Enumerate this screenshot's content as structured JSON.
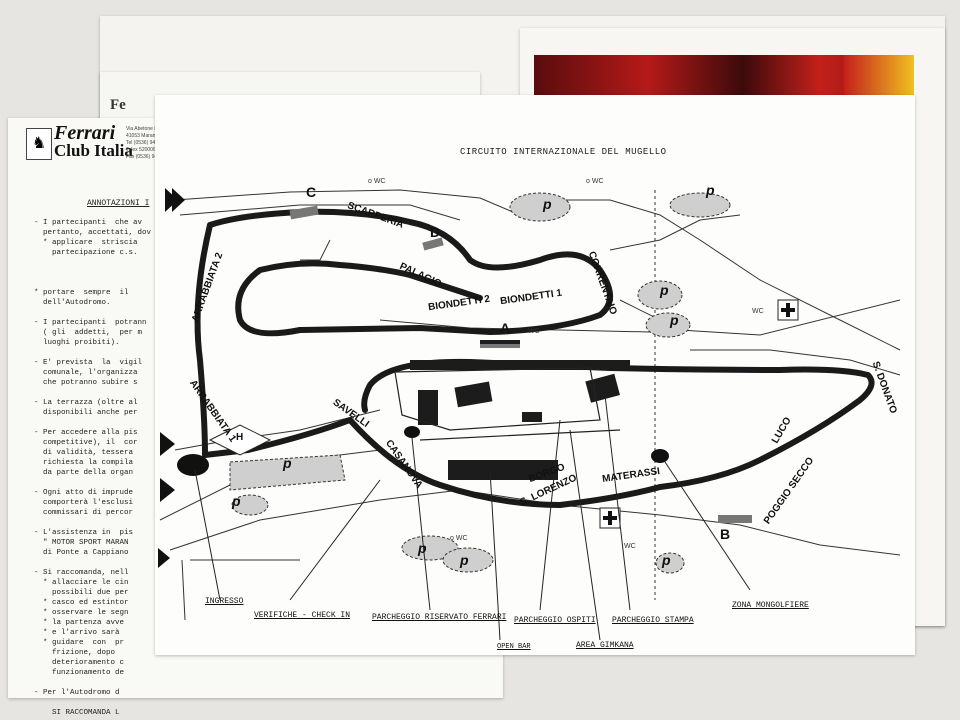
{
  "club": {
    "brand_line1": "Ferrari",
    "brand_line2": "Club Italia",
    "address": [
      "Via Abetone Inf.",
      "41053 Maranello",
      "Tel (0536) 94",
      "Telex 520006",
      "Fax (0536) 94"
    ],
    "second_header": "Fe"
  },
  "notes": {
    "title": "ANNOTAZIONI I",
    "body": "- I partecipanti  che av\n  pertanto, accettati, dov\n  * applicare  striscia\n    partecipazione c.s.\n\n\n\n* portare  sempre  il\n  dell'Autodromo.\n\n- I partecipanti  potrann\n  ( gli  addetti,  per m\n  luoghi proibiti).\n\n- E' prevista  la  vigil\n  comunale, l'organizza\n  che potranno subire s\n\n- La terrazza (oltre al\n  disponibili anche per\n\n- Per accedere alla pis\n  competitive), il  cor\n  di validità, tessera\n  richiesta la compila\n  da parte della organ\n\n- Ogni atto di imprude\n  comporterà l'esclusi\n  commissari di percor\n\n- L'assistenza in  pis\n  \" MOTOR SPORT MARAN\n  di Ponte a Cappiano\n\n- Si raccomanda, nell\n  * allacciare le cin\n    possibili due per\n  * casco ed estintor\n  * osservare le segn\n  * la partenza avve\n  * e l'arrivo sarà\n  * guidare  con  pr\n    frizione, dopo\n    deterioramento c\n    funzionamento de\n\n- Per l'Autodromo d\n\n    SI RACCOMANDA L"
  },
  "map": {
    "title": "CIRCUITO INTERNAZIONALE DEL MUGELLO",
    "corners": {
      "scarperia": "SCARPERIA",
      "correntaio": "CORRENTAIO",
      "palagio": "PALAGIO",
      "biondetti2": "BIONDETTI 2",
      "biondetti1": "BIONDETTI 1",
      "arrabbiata2": "ARRABBIATA 2",
      "arrabbiata1": "ARRABBIATA 1",
      "savelli": "SAVELLI",
      "casanova": "CASANOVA",
      "borgo": "BORGO",
      "slorenzo": "S. LORENZO",
      "materassi": "MATERASSI",
      "luco": "LUCO",
      "poggiosecco": "POGGIO SECCO",
      "sdonato": "S. DONATO"
    },
    "markers": {
      "a": "A",
      "b": "B",
      "c": "C",
      "d": "D",
      "p": "p",
      "h": "H",
      "wc": "WC",
      "o_wc": "o WC"
    },
    "legend": {
      "ingresso": "INGRESSO",
      "verifiche": "VERIFICHE - CHECK IN",
      "parcheggio_ferrari": "PARCHEGGIO RISERVATO FERRARI",
      "open_bar": "OPEN BAR",
      "parcheggio_ospiti": "PARCHEGGIO OSPITI",
      "area_gimkana": "AREA GIMKANA",
      "parcheggio_stampa": "PARCHEGGIO STAMPA",
      "zona_mongolfiere": "ZONA MONGOLFIERE"
    }
  }
}
